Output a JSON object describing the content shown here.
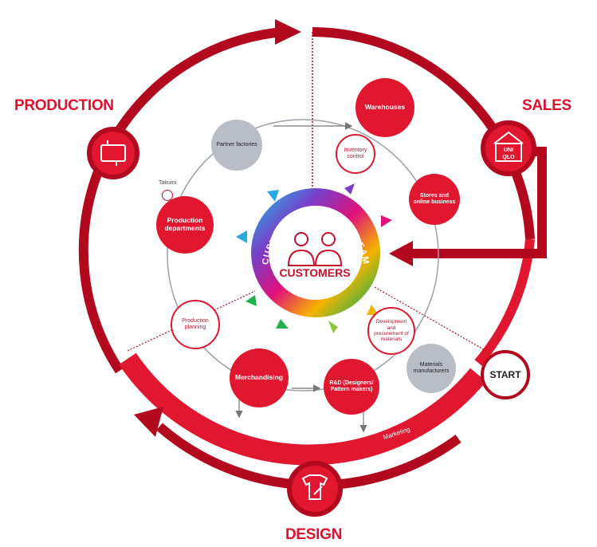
{
  "labels": {
    "production": "PRODUCTION",
    "sales": "SALES",
    "design": "DESIGN",
    "start": "START",
    "marketing": "Marketing",
    "takumi": "Takumi"
  },
  "center": {
    "ring_text": "CUSTOMER CREATION TEAM",
    "title": "CUSTOMERS"
  },
  "nodes": {
    "warehouses": "Warehouses",
    "inventory_control": "Inventory control",
    "stores_online": "Stores and online business",
    "development": "Development and procurement of materials",
    "materials_manufacturers": "Materials manufacturers",
    "rd": "R&D (Designers/ Pattern makers)",
    "merchandising": "Merchandising",
    "production_planning": "Production planning",
    "production_departments": "Production departments",
    "partner_factories": "Partner factories"
  },
  "icons": {
    "production": "sewing-machine-icon",
    "sales": "store-icon",
    "design": "shirt-pencil-icon",
    "customers": "customers-icon"
  },
  "sales_logo": [
    "UNI",
    "QLO"
  ],
  "colors": {
    "brand_red": "#e1162f",
    "dark_red": "#b3091f",
    "grey": "#b9bdc6"
  }
}
